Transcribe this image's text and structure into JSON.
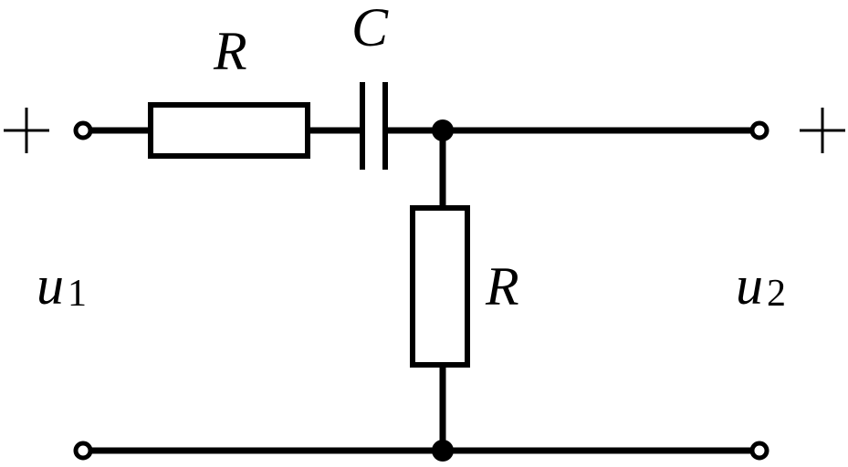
{
  "components": {
    "series_resistor_label": "R",
    "capacitor_label": "C",
    "shunt_resistor_label": "R"
  },
  "ports": {
    "input_voltage_symbol": "u",
    "input_voltage_subscript": "1",
    "output_voltage_symbol": "u",
    "output_voltage_subscript": "2"
  }
}
